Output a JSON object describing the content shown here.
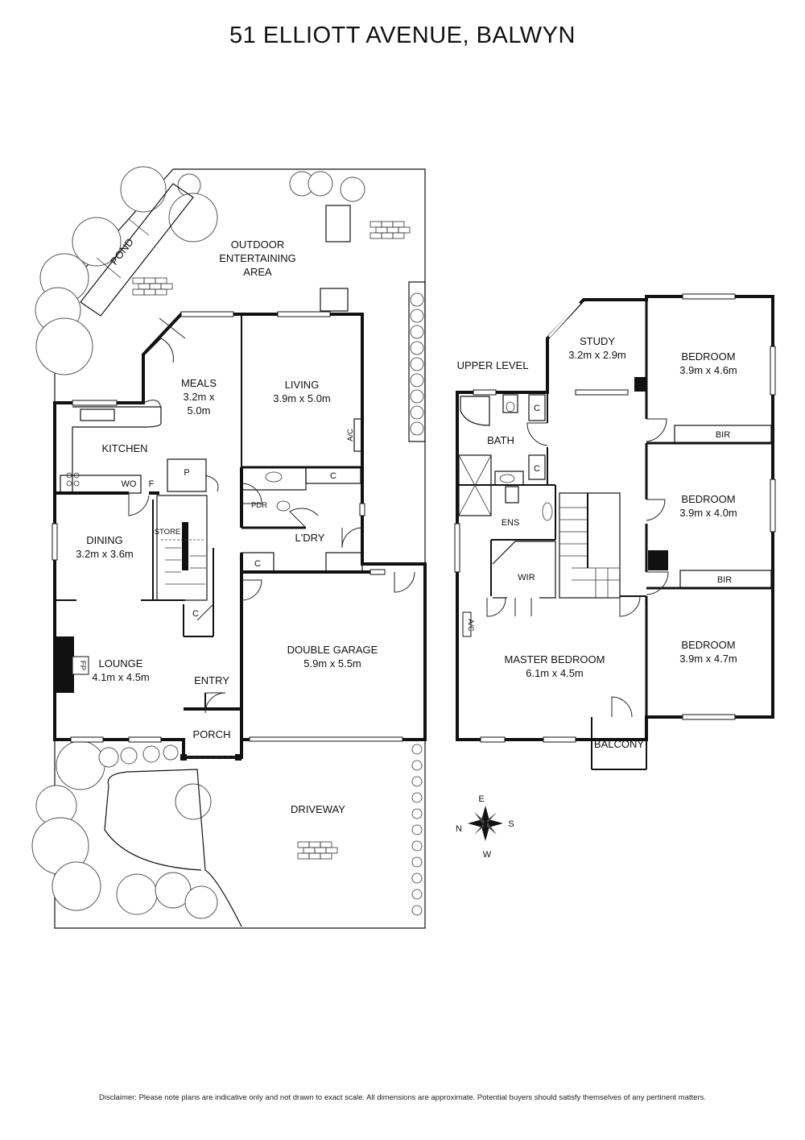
{
  "title": "51 ELLIOTT AVENUE, BALWYN",
  "disclaimer": "Disclaimer: Please note plans are indicative only and not drawn to exact scale. All dimensions are approximate. Potential buyers should satisfy themselves of any pertinent matters.",
  "ground": {
    "outdoor": [
      "OUTDOOR",
      "ENTERTAINING",
      "AREA"
    ],
    "pond": "POND",
    "meals": {
      "name": "MEALS",
      "dim1": "3.2m x",
      "dim2": "5.0m"
    },
    "living": {
      "name": "LIVING",
      "dim": "3.9m x 5.0m"
    },
    "ac": "A/C",
    "kitchen": "KITCHEN",
    "wo": "WO",
    "f": "F",
    "p": "P",
    "c": "C",
    "pdr": "PDR",
    "ldry": "L'DRY",
    "store": "STORE",
    "dining": {
      "name": "DINING",
      "dim": "3.2m x 3.6m"
    },
    "lounge": {
      "name": "LOUNGE",
      "dim": "4.1m x 4.5m"
    },
    "fp": "FP",
    "entry": "ENTRY",
    "porch": "PORCH",
    "garage": {
      "name": "DOUBLE GARAGE",
      "dim": "5.9m x 5.5m"
    },
    "driveway": "DRIVEWAY"
  },
  "upper": {
    "label": "UPPER LEVEL",
    "study": {
      "name": "STUDY",
      "dim": "3.2m x 2.9m"
    },
    "bed1": {
      "name": "BEDROOM",
      "dim": "3.9m x 4.6m"
    },
    "bed2": {
      "name": "BEDROOM",
      "dim": "3.9m x 4.0m"
    },
    "bed3": {
      "name": "BEDROOM",
      "dim": "3.9m x 4.7m"
    },
    "bir": "BIR",
    "bath": "BATH",
    "ens": "ENS",
    "wir": "WIR",
    "ac": "A/C",
    "c": "C",
    "master": {
      "name": "MASTER BEDROOM",
      "dim": "6.1m x 4.5m"
    },
    "balcony": "BALCONY"
  },
  "compass": {
    "e": "E",
    "w": "W",
    "n": "N",
    "s": "S"
  }
}
